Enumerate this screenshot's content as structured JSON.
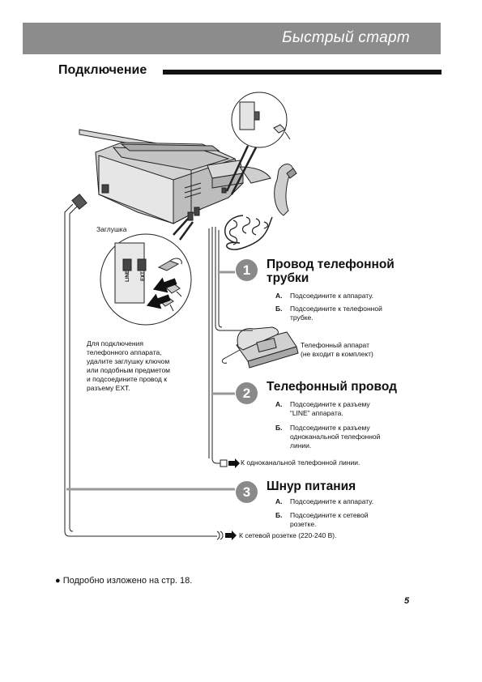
{
  "header": {
    "title": "Быстрый старт"
  },
  "section": {
    "title": "Подключение"
  },
  "diagram": {
    "plug_label": "Заглушка",
    "line_label": "LINE",
    "ext_label": "EXT",
    "ext_note": [
      "Для подключения",
      "телефонного аппарата,",
      "удалите заглушку ключом",
      "или подобным предметом",
      "и подсоедините провод к",
      "разъему EXT."
    ],
    "phone_note": [
      "Телефонный аппарат",
      "(не входит в комплект)"
    ]
  },
  "steps": [
    {
      "number": "1",
      "title_lines": [
        "Провод телефонной",
        "трубки"
      ],
      "items": [
        {
          "letter": "A.",
          "lines": [
            "Подсоедините к аппарату."
          ]
        },
        {
          "letter": "Б.",
          "lines": [
            "Подсоедините к телефонной",
            "трубке."
          ]
        }
      ]
    },
    {
      "number": "2",
      "title_lines": [
        "Телефонный провод"
      ],
      "items": [
        {
          "letter": "A.",
          "lines": [
            "Подсоедините к разъему",
            "“LINE” аппарата."
          ]
        },
        {
          "letter": "Б.",
          "lines": [
            "Подсоедините к разъему",
            "одноканальной телефонной",
            "линии."
          ]
        }
      ],
      "destination": "К одноканальной телефонной линии."
    },
    {
      "number": "3",
      "title_lines": [
        "Шнур питания"
      ],
      "items": [
        {
          "letter": "A.",
          "lines": [
            "Подсоедините к аппарату."
          ]
        },
        {
          "letter": "Б.",
          "lines": [
            "Подсоедините к сетевой",
            "розетке."
          ]
        }
      ],
      "destination": "К сетевой розетке (220-240 В)."
    }
  ],
  "footnote": "Подробно изложено на стр. 18.",
  "page_number": "5"
}
